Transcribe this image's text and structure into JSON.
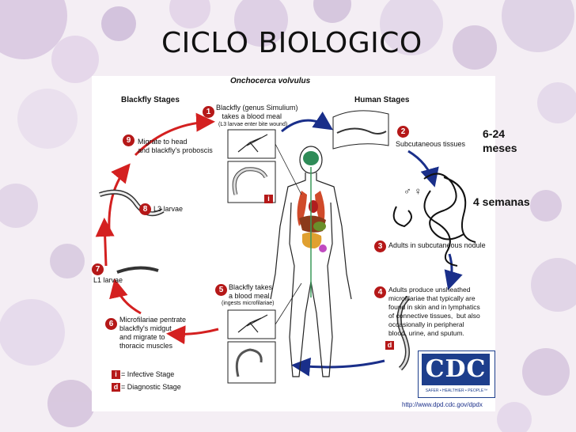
{
  "slide": {
    "title": "CICLO BIOLOGICO"
  },
  "diagram": {
    "species": "Onchocerca volvulus",
    "blackfly_header": "Blackfly Stages",
    "human_header": "Human Stages",
    "steps": [
      {
        "num": "1",
        "text": "Blackfly (genus Simulium)\n   takes a blood meal",
        "sub": "(L3 larvae enter bite wound)"
      },
      {
        "num": "2",
        "text": "Subcutaneous tissues"
      },
      {
        "num": "3",
        "text": "Adults in subcutaneous nodule"
      },
      {
        "num": "4",
        "text": "Adults produce unsheathed\nmicrofilariae that typically are\nfound in skin and in lymphatics\nof connective tissues,  but also\noccasionally in peripheral\nblood, urine, and sputum."
      },
      {
        "num": "5",
        "text": "Blackfly takes\na blood meal",
        "sub": "(ingests microfilariae)"
      },
      {
        "num": "6",
        "text": "Microfilariae pentrate\nblackfly's midgut\nand migrate to\nthoracic muscles"
      },
      {
        "num": "7",
        "text": "L1 larvae"
      },
      {
        "num": "8",
        "text": "L3 larvae"
      },
      {
        "num": "9",
        "text": "Migrate to head\nand blackfly's proboscis"
      }
    ],
    "sex_symbols": "♂ ♀",
    "legend": [
      {
        "marker": "i",
        "label": "= Infective Stage"
      },
      {
        "marker": "d",
        "label": "= Diagnostic Stage"
      }
    ],
    "stage_markers": {
      "infective": "i",
      "diagnostic": "d"
    },
    "logo": {
      "text": "CDC",
      "tagline": "SAFER • HEALTHIER • PEOPLE™"
    },
    "source_url": "http://www.dpd.cdc.gov/dpdx"
  },
  "overlays": {
    "duration_1": "6-24\nmeses",
    "duration_2": "4 semanas"
  },
  "colors": {
    "arrow_red": "#d42020",
    "arrow_blue": "#1a2f8a",
    "marker_red": "#b51818",
    "logo_blue": "#1d3e8c"
  }
}
